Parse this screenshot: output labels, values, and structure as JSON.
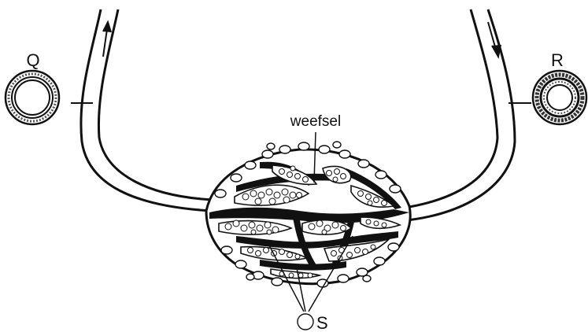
{
  "labels": {
    "q": "Q",
    "r": "R",
    "tissue": "weefsel",
    "s": "S"
  },
  "icons": {
    "vessel_cross_section_q": "artery-cross-section-icon",
    "vessel_cross_section_r": "vein-cross-section-icon",
    "capillary_cross_section_s": "capillary-cross-section-icon",
    "flow_arrow_left": "arrow-up-icon",
    "flow_arrow_right": "arrow-down-icon"
  },
  "colors": {
    "ink": "#111111",
    "background": "#ffffff",
    "cell_fill": "#ffffff"
  }
}
